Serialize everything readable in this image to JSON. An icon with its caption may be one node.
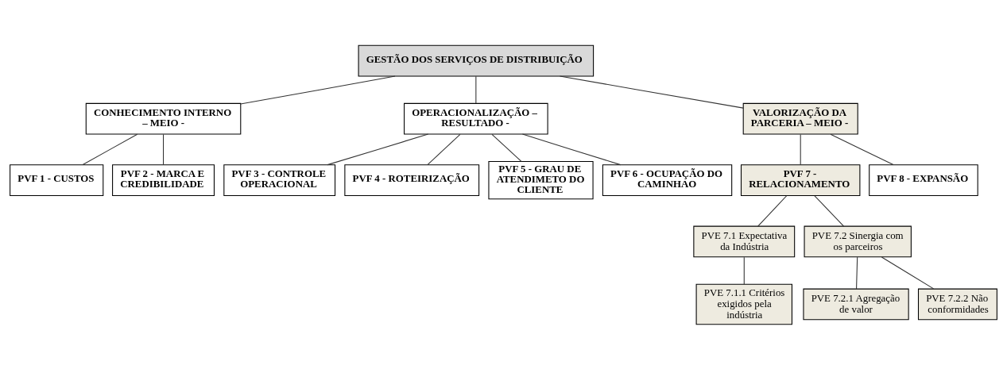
{
  "diagram": {
    "nodes": [
      {
        "text": [
          "GESTÃO DOS SERVIÇOS DE DISTRIBUIÇÃO"
        ]
      },
      {
        "text": [
          "CONHECIMENTO INTERNO – MEIO -"
        ]
      },
      {
        "text": [
          "OPERACIONALIZAÇÃO – RESULTADO -"
        ]
      },
      {
        "text": [
          "VALORIZAÇÃO DA PARCERIA – MEIO -"
        ]
      },
      {
        "text": [
          "PVF 1 - CUSTOS"
        ]
      },
      {
        "text": [
          "PVF 2 - MARCA E CREDIBILIDADE"
        ]
      },
      {
        "text": [
          "PVF 3 - CONTROLE OPERACIONAL"
        ]
      },
      {
        "text": [
          "PVF 4 - ROTEIRIZAÇÃO"
        ]
      },
      {
        "text": [
          "PVF 5 - GRAU DE ATENDIMETO DO CLIENTE"
        ]
      },
      {
        "text": [
          "PVF 6 - OCUPAÇÃO DO CAMINHAO"
        ]
      },
      {
        "text": [
          "PVF 7 - RELACIONAMENTO"
        ]
      },
      {
        "text": [
          "PVF 8 - EXPANSÃO"
        ]
      },
      {
        "text": [
          "PVE 7.1 Expectativa da Indústria"
        ]
      },
      {
        "text": [
          "PVE 7.2 Sinergia com os parceiros"
        ]
      },
      {
        "text": [
          "PVE 7.1.1 Critérios exigidos pela indústria"
        ]
      },
      {
        "text": [
          "PVE 7.2.1 Agregação de valor"
        ]
      },
      {
        "text": [
          "PVE 7.2.2 Não conformidades"
        ]
      }
    ],
    "edges": [
      {
        "from": 0,
        "to": 1,
        "arrow": "none"
      },
      {
        "from": 0,
        "to": 2,
        "arrow": "none"
      },
      {
        "from": 0,
        "to": 3,
        "arrow": "none"
      },
      {
        "from": 1,
        "to": 4,
        "arrow": "none"
      },
      {
        "from": 1,
        "to": 5,
        "arrow": "none"
      },
      {
        "from": 2,
        "to": 6,
        "arrow": "none"
      },
      {
        "from": 2,
        "to": 7,
        "arrow": "none"
      },
      {
        "from": 2,
        "to": 8,
        "arrow": "none"
      },
      {
        "from": 2,
        "to": 9,
        "arrow": "none"
      },
      {
        "from": 3,
        "to": 10,
        "arrow": "none"
      },
      {
        "from": 3,
        "to": 11,
        "arrow": "none"
      },
      {
        "from": 10,
        "to": 12,
        "arrow": "none"
      },
      {
        "from": 10,
        "to": 13,
        "arrow": "none"
      },
      {
        "from": 12,
        "to": 14,
        "arrow": "none"
      },
      {
        "from": 13,
        "to": 15,
        "arrow": "none"
      },
      {
        "from": 13,
        "to": 16,
        "arrow": "none"
      }
    ]
  }
}
